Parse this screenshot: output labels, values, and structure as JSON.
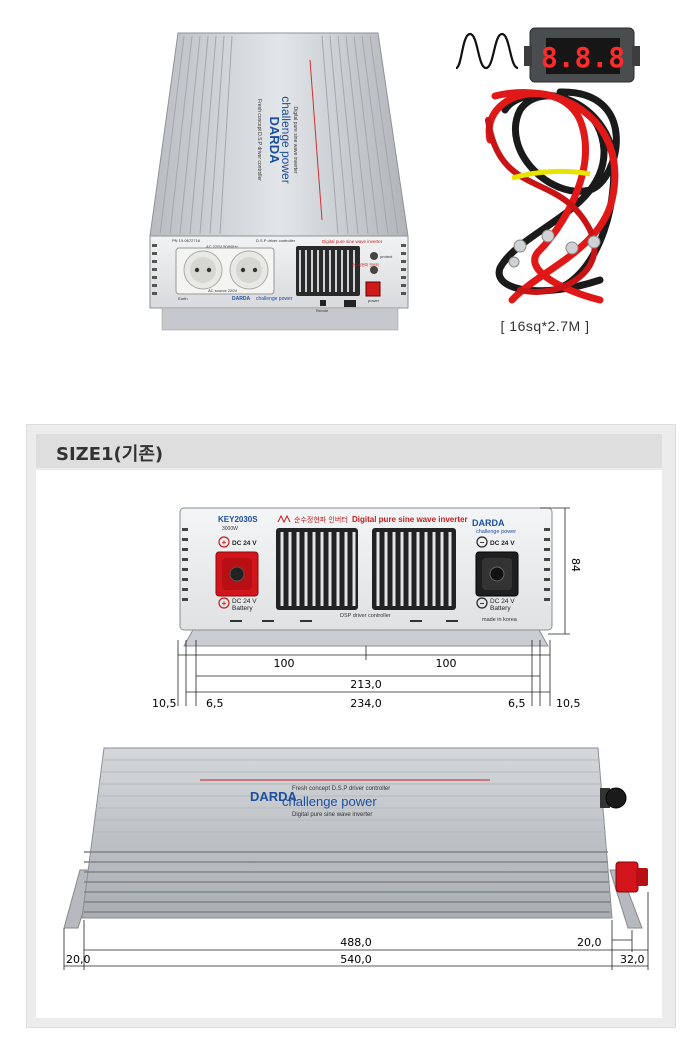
{
  "top_inverter": {
    "brand": "DARDA",
    "slogan": "challenge power",
    "concept": "Fresh concept D.S.P driver controller",
    "subtitle": "Digital pure sine wave inverter",
    "pn": "PN 10-0672716",
    "dsp": "D.S.P driver controller",
    "ac_rating": "AC 220V 50/60Hz",
    "ac_source": "AC source 220V",
    "protect_label": "protect",
    "power_label": "power",
    "earth_label": "Earth",
    "remote_label": "Remote",
    "warning_label": "순수정현파 인버터"
  },
  "meter": {
    "reading": "8.8.8"
  },
  "cable": {
    "caption": "[ 16sq*2.7M ]"
  },
  "size_section": {
    "title": "SIZE1(기존)",
    "front_panel": {
      "model": "KEY2030S",
      "wattage": "3000W",
      "korean_label": "순수정현파 인버터",
      "title": "Digital pure sine wave inverter",
      "brand": "DARDA",
      "slogan": "challenge power",
      "left_terminal_top": "DC 24 V",
      "left_terminal_bottom_1": "DC 24 V",
      "left_terminal_bottom_2": "Battery",
      "right_terminal_top": "DC 24 V",
      "right_terminal_bottom_1": "DC 24 V",
      "right_terminal_bottom_2": "Battery",
      "footer": "DSP driver controller",
      "made_in": "made in korea",
      "plus": "+",
      "minus": "−"
    },
    "front_dims": {
      "height": "84",
      "span_left": "100",
      "span_right": "100",
      "inner_width": "213,0",
      "outer_width": "234,0",
      "offset_left_small": "6,5",
      "offset_right_small": "6,5",
      "offset_left_big": "10,5",
      "offset_right_big": "10,5"
    },
    "side_dims": {
      "body_length": "488,0",
      "total_length": "540,0",
      "left_flange": "20,0",
      "right_small": "20,0",
      "right_terminal": "32,0"
    },
    "side_view": {
      "brand": "DARDA",
      "slogan": "challenge power",
      "concept": "Fresh concept D.S.P driver controller",
      "subtitle": "Digital pure sine wave inverter"
    }
  },
  "colors": {
    "aluminum": "#c8cbcf",
    "aluminum_dark": "#9aa0a6",
    "brand_blue": "#1c4fa0",
    "terminal_red": "#d4141b",
    "cable_red": "#e01818",
    "cable_black": "#1a1a1a",
    "display_red": "#ff2a2a"
  }
}
